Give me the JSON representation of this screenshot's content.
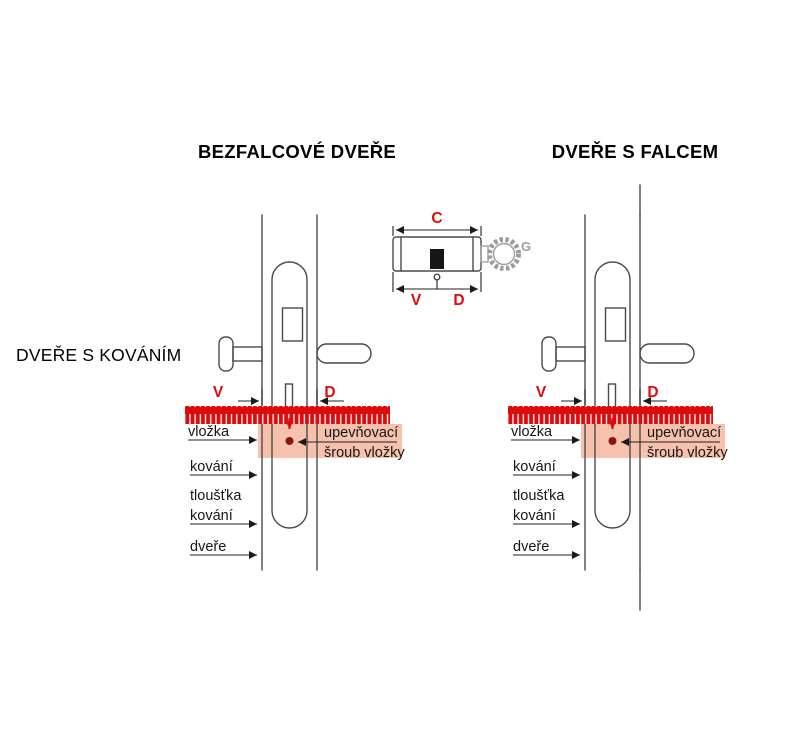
{
  "titles": {
    "bezfalcove": "BEZFALCOVÉ DVEŘE",
    "s_falcem": "DVEŘE S FALCEM",
    "s_kovanim": "DVEŘE S KOVÁNÍM"
  },
  "cylinder_inset": {
    "dim_c": "C",
    "dim_v": "V",
    "dim_d": "D",
    "knob": "G"
  },
  "door_labels": {
    "dim_v": "V",
    "dim_d": "D",
    "vlozka": "vložka",
    "screw_line1": "upevňovací",
    "screw_line2": "šroub vložky",
    "kovani": "kování",
    "thickness_line1": "tloušťka",
    "thickness_line2": "kování",
    "dvere": "dveře"
  },
  "colors": {
    "red": "#de0a0c",
    "pink": "#f6c2ae",
    "screw": "#8a1512",
    "line": "#4a4a4a",
    "gray": "#9c9c9c",
    "text": "#161616"
  }
}
